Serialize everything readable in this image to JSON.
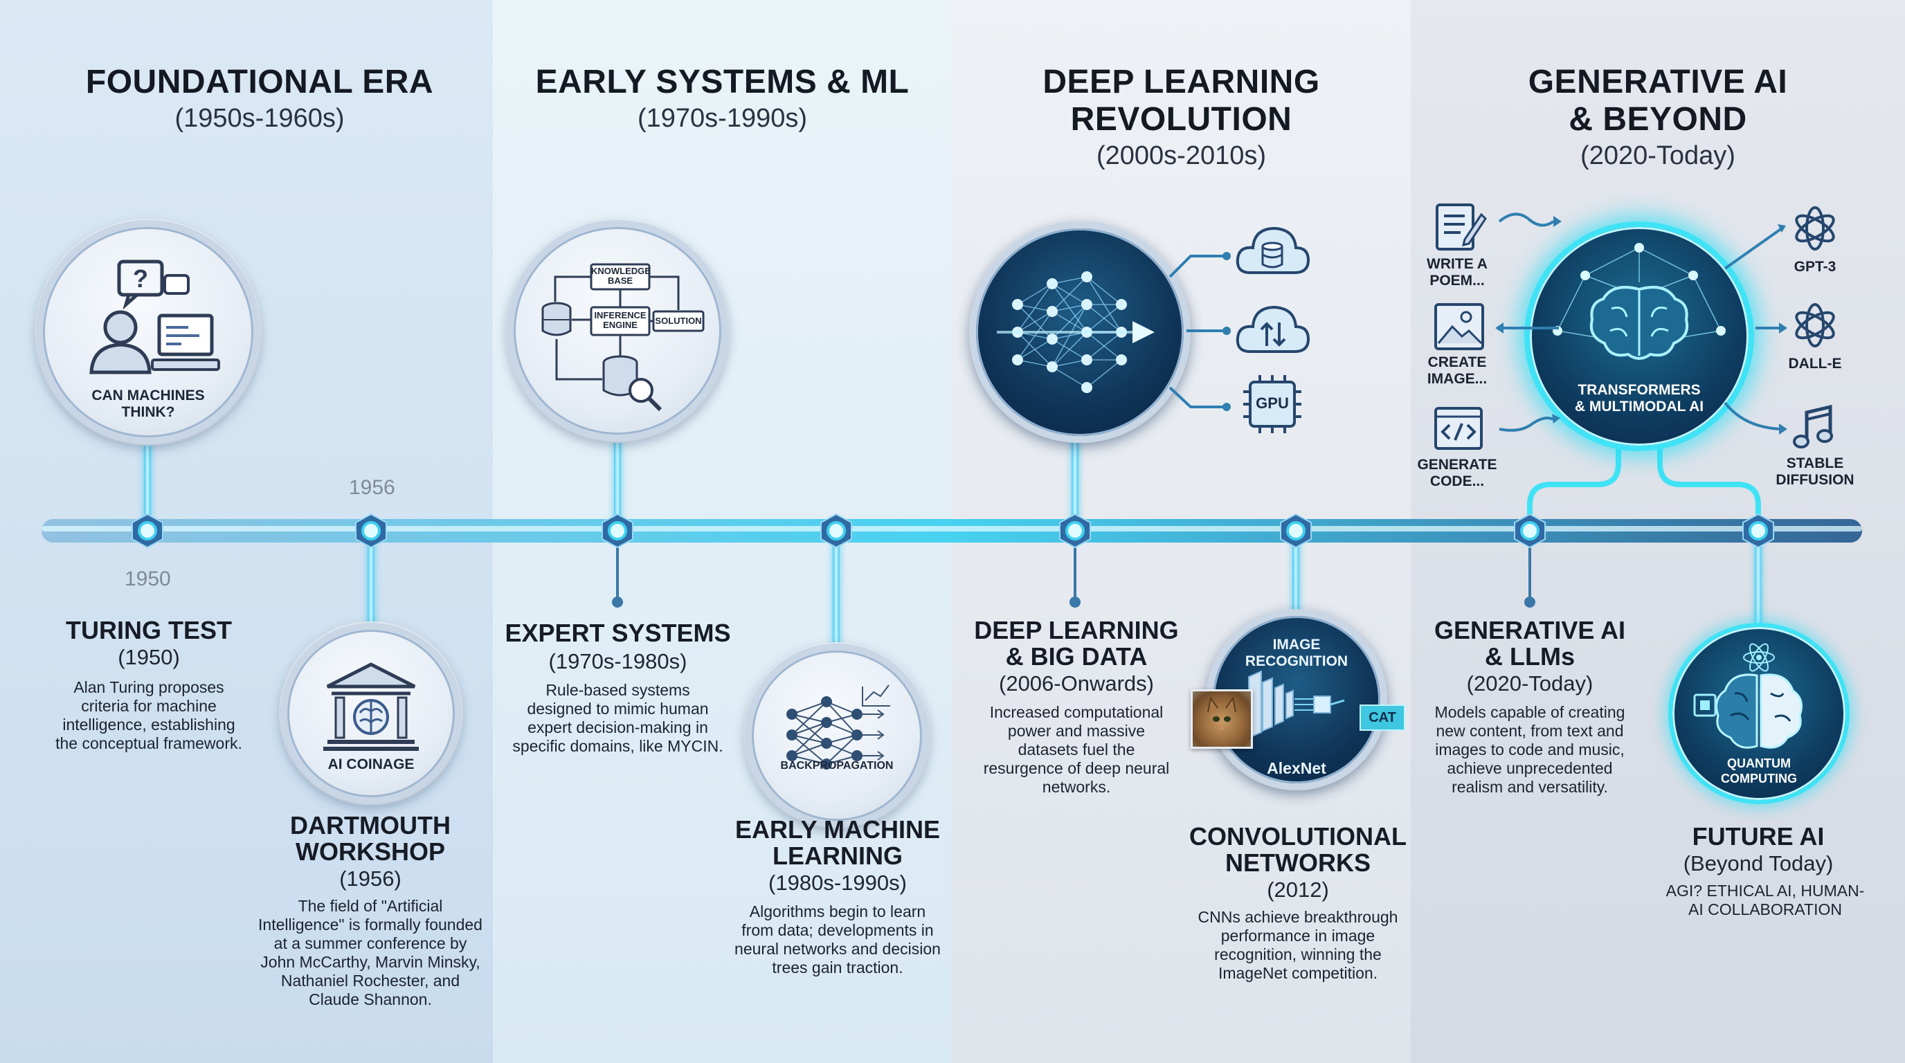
{
  "eras": [
    {
      "title": "FOUNDATIONAL ERA",
      "range": "(1950s-1960s)"
    },
    {
      "title": "EARLY SYSTEMS & ML",
      "range": "(1970s-1990s)"
    },
    {
      "title_line1": "DEEP LEARNING",
      "title_line2": "REVOLUTION",
      "range": "(2000s-2010s)"
    },
    {
      "title_line1": "GENERATIVE AI",
      "title_line2": "& BEYOND",
      "range": "(2020-Today)"
    }
  ],
  "years": {
    "y1950": "1950",
    "y1956": "1956"
  },
  "circles": {
    "turing": "CAN MACHINES THINK?",
    "dartmouth": "AI COINAGE",
    "expert_kb": "KNOWLEDGE BASE",
    "expert_ie": "INFERENCE ENGINE",
    "expert_sol": "SOLUTION",
    "ml": "BACKPROPAGATION",
    "cnn_top": "IMAGE RECOGNITION",
    "cnn_bottom": "AlexNet",
    "cnn_cat": "CAT",
    "gpu": "GPU",
    "gen": "TRANSFORMERS & MULTIMODAL AI",
    "future": "QUANTUM COMPUTING"
  },
  "gen_inputs": [
    "WRITE A POEM...",
    "CREATE IMAGE...",
    "GENERATE CODE..."
  ],
  "gen_outputs": [
    "GPT-3",
    "DALL-E",
    "STABLE DIFFUSION"
  ],
  "events": {
    "turing": {
      "title": "TURING TEST",
      "date": "(1950)",
      "desc": "Alan Turing proposes criteria for machine intelligence, establishing the conceptual framework."
    },
    "dartmouth": {
      "title": "DARTMOUTH WORKSHOP",
      "date": "(1956)",
      "desc": "The field of \"Artificial Intelligence\" is formally founded at a summer conference by John McCarthy, Marvin Minsky, Nathaniel Rochester, and Claude Shannon."
    },
    "expert": {
      "title": "EXPERT SYSTEMS",
      "date": "(1970s-1980s)",
      "desc": "Rule-based systems designed to mimic human expert decision-making in specific domains, like MYCIN."
    },
    "ml": {
      "title": "EARLY MACHINE LEARNING",
      "date": "(1980s-1990s)",
      "desc": "Algorithms begin to learn from data; developments in neural networks and decision trees gain traction."
    },
    "dl": {
      "title": "DEEP LEARNING & BIG DATA",
      "date": "(2006-Onwards)",
      "desc": "Increased computational power and massive datasets fuel the resurgence of deep neural networks."
    },
    "cnn": {
      "title": "CONVOLUTIONAL NETWORKS",
      "date": "(2012)",
      "desc": "CNNs achieve breakthrough performance in image recognition, winning the ImageNet competition."
    },
    "gen": {
      "title": "GENERATIVE AI & LLMs",
      "date": "(2020-Today)",
      "desc": "Models capable of creating new content, from text and images to code and music, achieve unprecedented realism and versatility."
    },
    "future": {
      "title": "FUTURE AI",
      "date": "(Beyond Today)",
      "desc": "AGI? ETHICAL AI, HUMAN-AI COLLABORATION"
    }
  },
  "colors": {
    "accent": "#39d8f2",
    "line": "#2e5f8f",
    "dark_circle": "#0f3457"
  }
}
